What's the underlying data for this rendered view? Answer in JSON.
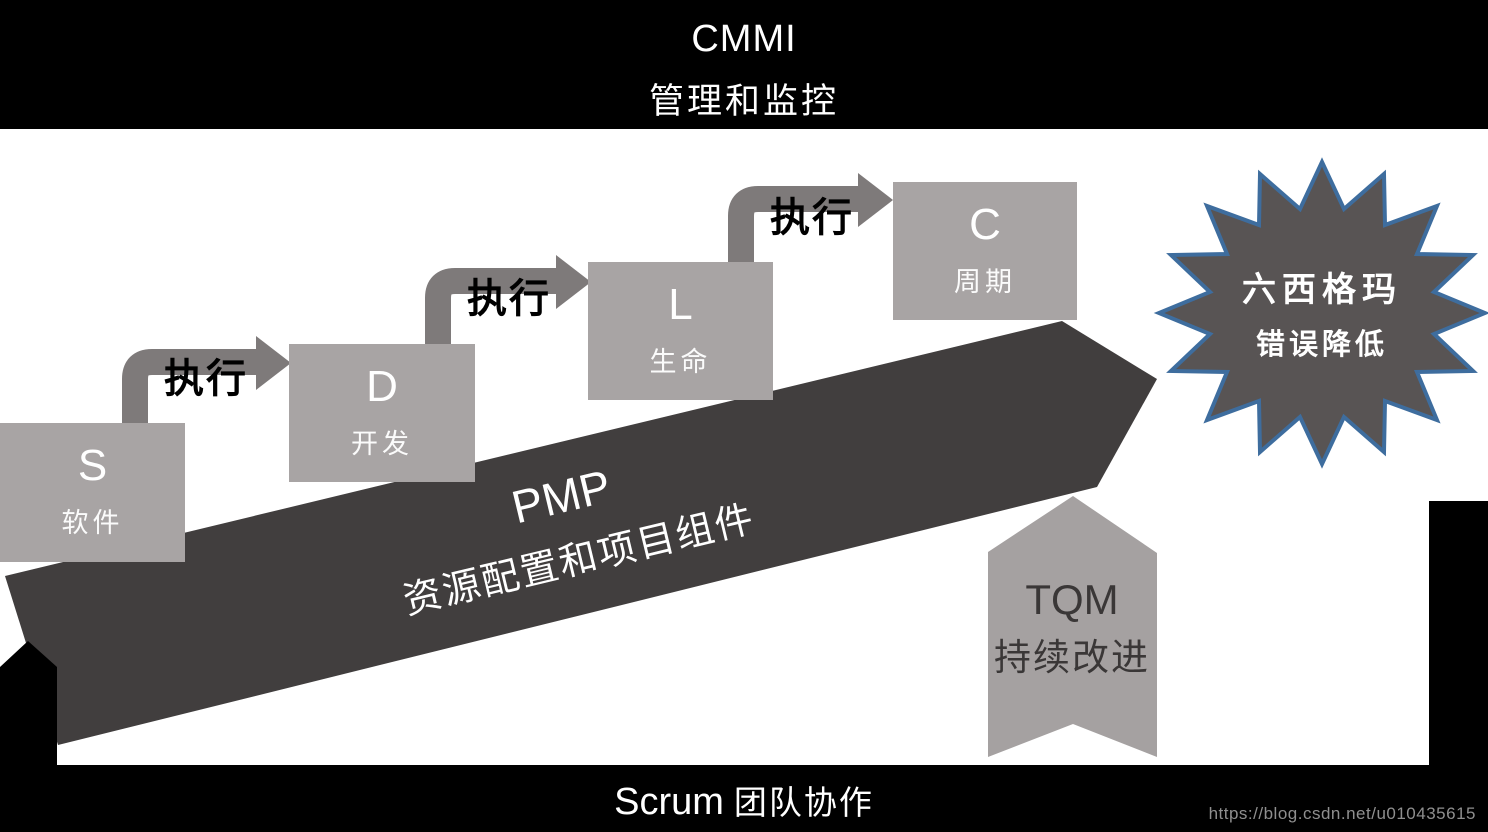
{
  "header": {
    "title": "CMMI",
    "subtitle": "管理和监控"
  },
  "stages": [
    {
      "letter": "S",
      "label": "软件"
    },
    {
      "letter": "D",
      "label": "开发"
    },
    {
      "letter": "L",
      "label": "生命"
    },
    {
      "letter": "C",
      "label": "周期"
    }
  ],
  "arrows": {
    "labels": [
      "执行",
      "执行",
      "执行"
    ]
  },
  "pmp": {
    "title": "PMP",
    "subtitle": "资源配置和项目组件"
  },
  "six_sigma": {
    "title": "六西格玛",
    "subtitle": "错误降低"
  },
  "tqm": {
    "title": "TQM",
    "subtitle": "持续改进"
  },
  "footer": {
    "title": "Scrum",
    "subtitle": "团队协作",
    "watermark": "https://blog.csdn.net/u010435615"
  },
  "palette": {
    "bar_black": "#000000",
    "box_gray": "#a8a4a4",
    "arrow_gray": "#7e7a7a",
    "band_dark": "#413e3e",
    "star_fill": "#585454",
    "star_stroke": "#3e6d9e",
    "ribbon_gray": "#a5a1a1",
    "ribbon_text": "#3a3737",
    "watermark_gray": "#8f8f8f"
  }
}
